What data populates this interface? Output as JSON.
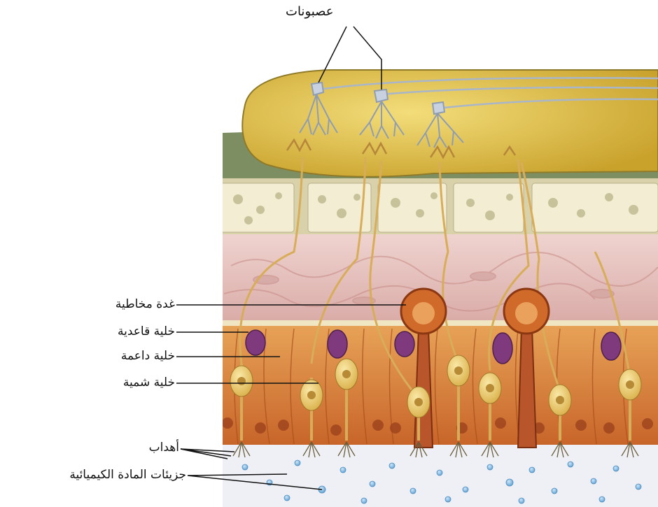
{
  "labels": {
    "neurons": "عصبونات",
    "mucous_gland": "غدة مخاطية",
    "basal_cell": "خلية قاعدية",
    "supporting_cell": "خلية داعمة",
    "olfactory_cell": "خلية شمية",
    "cilia": "أهداب",
    "chemical_molecules": "جزيئات المادة الكيميائية"
  },
  "colors": {
    "bulb": "#e8c94a",
    "bone": "#efe9c8",
    "connective": "#e6c3c0",
    "support_cells": "#dd8a3c",
    "olfactory_cells": "#f0d37a",
    "basal_cells": "#7e3a7c",
    "gland": "#c9652a",
    "mucus": "#eef0f5",
    "molecules": "#7fb7e0"
  }
}
